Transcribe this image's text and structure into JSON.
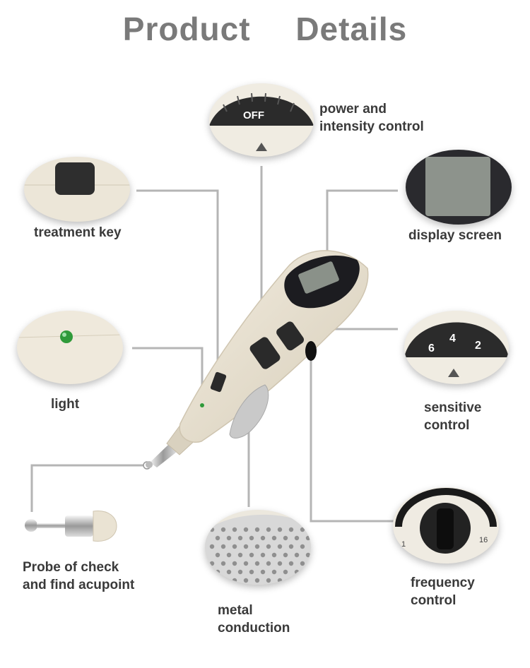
{
  "title": "Product Details",
  "labels": {
    "power_line1": "power and",
    "power_line2": "intensity control",
    "treatment_key": "treatment key",
    "display_screen": "display screen",
    "light": "light",
    "sensitive_line1": "sensitive",
    "sensitive_line2": "control",
    "probe_line1": "Probe of check",
    "probe_line2": "and find acupoint",
    "frequency_line1": "frequency",
    "frequency_line2": "control",
    "metal_line1": "metal",
    "metal_line2": "conduction"
  },
  "dial_text": {
    "off": "OFF",
    "sens_6": "6",
    "sens_4": "4",
    "sens_2": "2",
    "freq_1": "1",
    "freq_16": "16"
  },
  "colors": {
    "title": "#7a7a7a",
    "label": "#3a3a3a",
    "device_body": "#e9e2d3",
    "leader_line": "#b5b5b5",
    "screen": "#8a9189",
    "led": "#2f9a3a"
  }
}
